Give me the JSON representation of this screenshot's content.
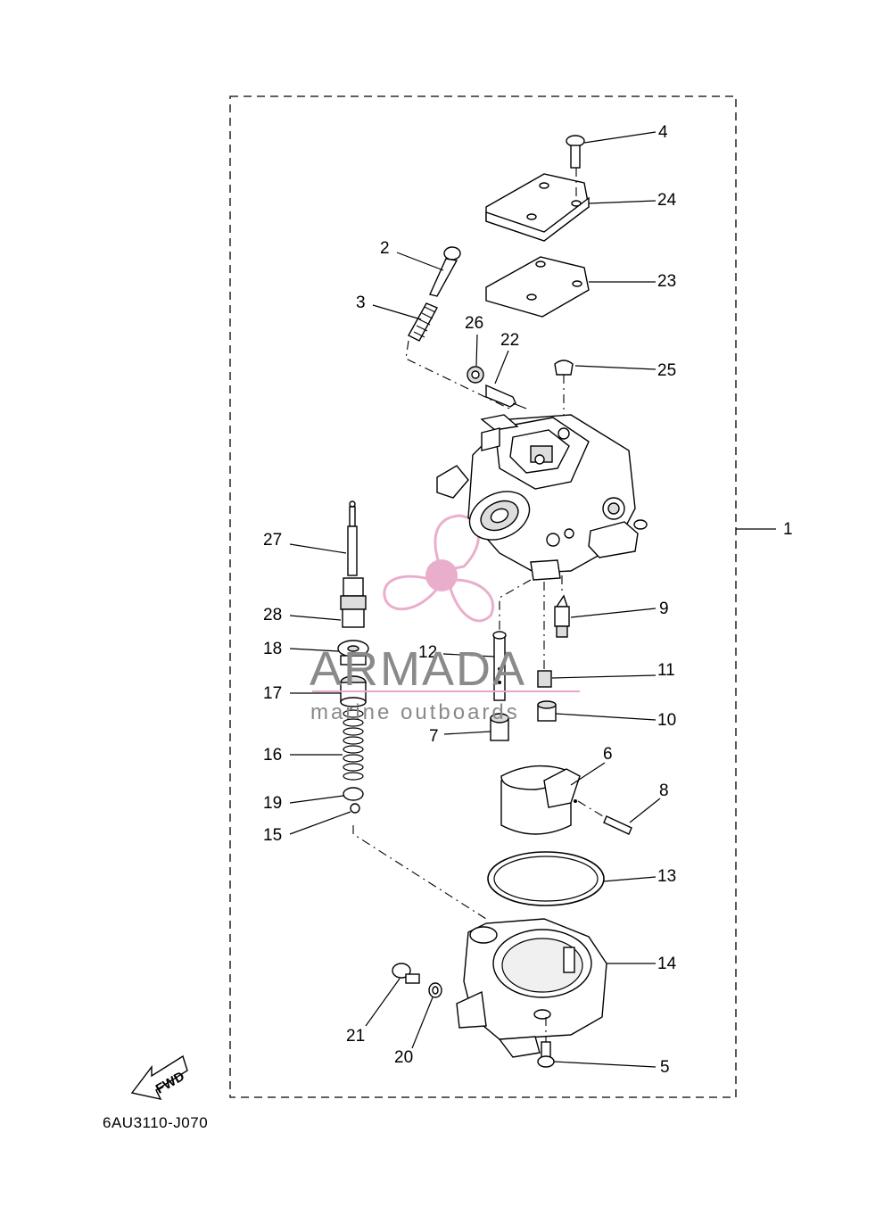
{
  "diagram": {
    "drawing_code": "6AU3110-J070",
    "callouts": {
      "c1": "1",
      "c2": "2",
      "c3": "3",
      "c4": "4",
      "c5": "5",
      "c6": "6",
      "c7": "7",
      "c8": "8",
      "c9": "9",
      "c10": "10",
      "c11": "11",
      "c12": "12",
      "c13": "13",
      "c14": "14",
      "c15": "15",
      "c16": "16",
      "c17": "17",
      "c18": "18",
      "c19": "19",
      "c20": "20",
      "c21": "21",
      "c22": "22",
      "c23": "23",
      "c24": "24",
      "c25": "25",
      "c26": "26",
      "c27": "27",
      "c28": "28"
    },
    "fwd_label": "FWD"
  },
  "watermark": {
    "brand": "ARMADA",
    "tagline": "marine outboards",
    "logo_color": "#e8a6c8",
    "text_color": "#8a8a8a"
  }
}
